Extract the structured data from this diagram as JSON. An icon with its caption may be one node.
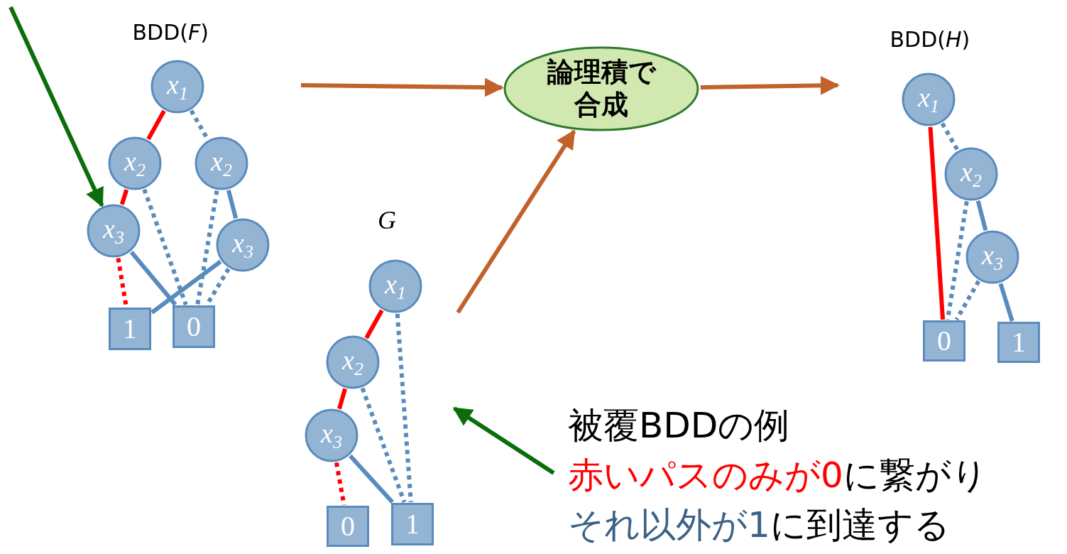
{
  "diagram": {
    "nodes": [
      {
        "text": [
          "x$_{1}$"
        ]
      },
      {
        "text": [
          "x$_{2}$"
        ]
      },
      {
        "text": [
          "x$_{2}$"
        ]
      },
      {
        "text": [
          "x$_{3}$"
        ]
      },
      {
        "text": [
          "x$_{3}$"
        ]
      },
      {
        "text": [
          "1"
        ]
      },
      {
        "text": [
          "0"
        ]
      },
      {
        "text": [
          "論理積で合成"
        ]
      },
      {
        "text": [
          "x$_{1}$"
        ]
      },
      {
        "text": [
          "x$_{2}$"
        ]
      },
      {
        "text": [
          "x$_{3}$"
        ]
      },
      {
        "text": [
          "0"
        ]
      },
      {
        "text": [
          "1"
        ]
      },
      {
        "text": [
          "x$_{1}$"
        ]
      },
      {
        "text": [
          "x$_{2}$"
        ]
      },
      {
        "text": [
          "x$_{3}$"
        ]
      },
      {
        "text": [
          "0"
        ]
      },
      {
        "text": [
          "1"
        ]
      },
      {
        "text": [
          "被覆BDDの例",
          "赤いパスのみが0",
          "に繋がり",
          "それ以外が1",
          "に到達する"
        ]
      }
    ],
    "edges": [
      {
        "from": 0,
        "to": 1,
        "arrow": "none",
        "color": "#ff0000"
      },
      {
        "from": 0,
        "to": 2,
        "arrow": "none",
        "style": "dashed"
      },
      {
        "from": 1,
        "to": 3,
        "arrow": "none",
        "color": "#ff0000"
      },
      {
        "from": 1,
        "to": 6,
        "arrow": "none",
        "style": "dashed"
      },
      {
        "from": 2,
        "to": 6,
        "arrow": "none",
        "style": "dashed"
      },
      {
        "from": 2,
        "to": 4,
        "arrow": "none"
      },
      {
        "from": 3,
        "to": 5,
        "arrow": "none",
        "style": "dashed",
        "color": "#ff0000"
      },
      {
        "from": 3,
        "to": 6,
        "arrow": "none"
      },
      {
        "from": 4,
        "to": 5,
        "arrow": "none"
      },
      {
        "from": 4,
        "to": 6,
        "arrow": "none",
        "style": "dashed"
      },
      {
        "from": 8,
        "to": 9,
        "arrow": "none",
        "color": "#ff0000"
      },
      {
        "from": 8,
        "to": 12,
        "arrow": "none",
        "style": "dashed"
      },
      {
        "from": 9,
        "to": 10,
        "arrow": "none",
        "color": "#ff0000"
      },
      {
        "from": 9,
        "to": 12,
        "arrow": "none",
        "style": "dashed"
      },
      {
        "from": 10,
        "to": 11,
        "arrow": "none",
        "style": "dashed",
        "color": "#ff0000"
      },
      {
        "from": 10,
        "to": 12,
        "arrow": "none"
      },
      {
        "from": 13,
        "to": 16,
        "arrow": "none",
        "color": "#ff0000"
      },
      {
        "from": 13,
        "to": 14,
        "arrow": "none",
        "style": "dashed"
      },
      {
        "from": 14,
        "to": 16,
        "arrow": "none",
        "style": "dashed"
      },
      {
        "from": 14,
        "to": 15,
        "arrow": "none"
      },
      {
        "from": 15,
        "to": 16,
        "arrow": "none",
        "style": "dashed"
      },
      {
        "from": 15,
        "to": 17,
        "arrow": "none"
      },
      {
        "from": null,
        "to": 7,
        "arrow": "to",
        "color": "#c0622a"
      },
      {
        "from": 7,
        "to": null,
        "arrow": "to",
        "color": "#c0622a"
      },
      {
        "from": null,
        "to": 7,
        "arrow": "to",
        "color": "#c0622a"
      },
      {
        "from": null,
        "to": 3,
        "arrow": "to",
        "color": "#0b6e0b"
      },
      {
        "from": 18,
        "to": null,
        "arrow": "to",
        "color": "#0b6e0b"
      }
    ],
    "labels": [
      "BDD(*F*)",
      "G",
      "BDD(*H*)"
    ]
  }
}
